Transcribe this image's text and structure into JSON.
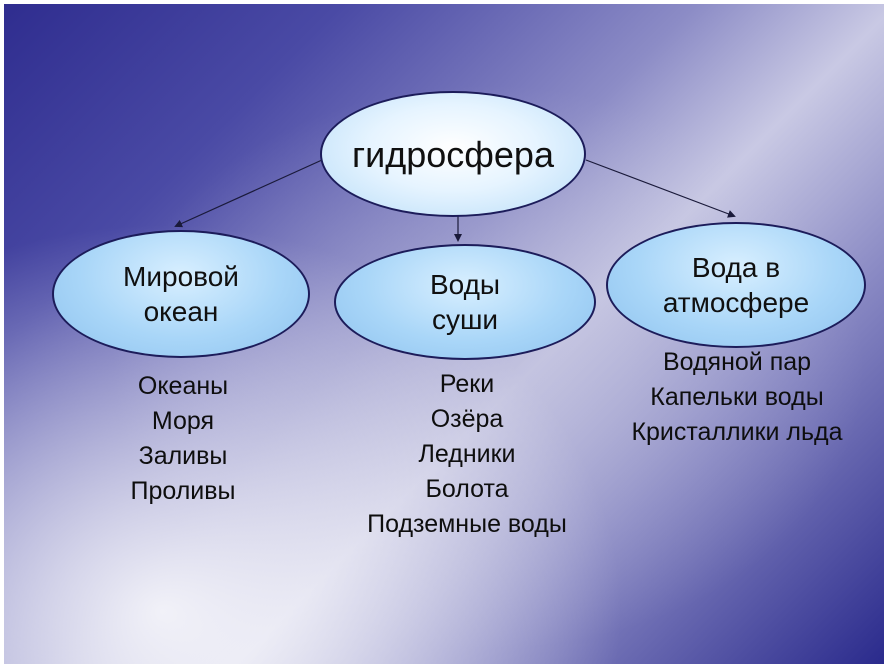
{
  "diagram": {
    "root": "гидросфера",
    "branches": [
      {
        "label": "Мировой\nокеан",
        "items": [
          "Океаны",
          "Моря",
          "Заливы",
          "Проливы"
        ]
      },
      {
        "label": "Воды\nсуши",
        "items": [
          "Реки",
          "Озёра",
          "Ледники",
          "Болота",
          "Подземные воды"
        ]
      },
      {
        "label": "Вода в\nатмосфере",
        "items": [
          "Водяной пар",
          "Капельки воды",
          "Кристаллики льда"
        ]
      }
    ]
  }
}
